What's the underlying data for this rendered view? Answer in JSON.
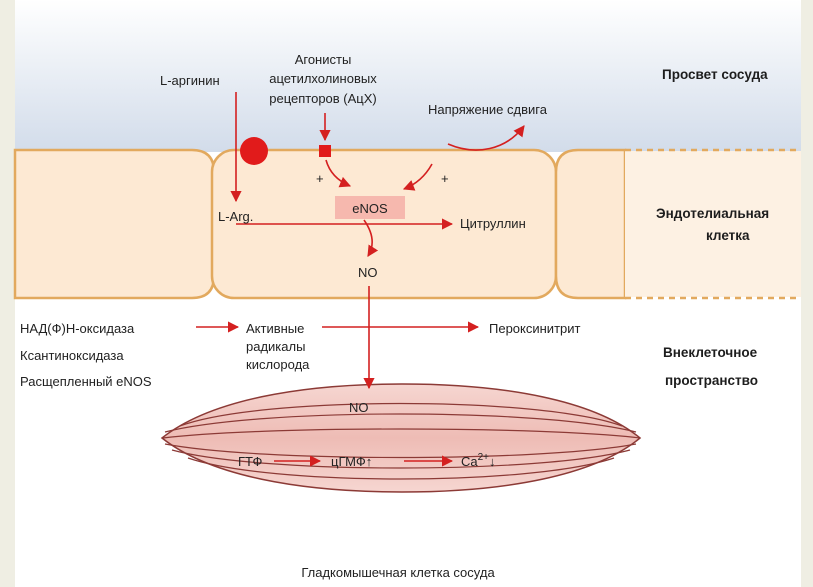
{
  "regions": {
    "lumen": "Просвет сосуда",
    "endothelial_line1": "Эндотелиальная",
    "endothelial_line2": "клетка",
    "extracellular_line1": "Внеклеточное",
    "extracellular_line2": "пространство",
    "smooth_muscle": "Гладкомышечная клетка сосуда"
  },
  "labels": {
    "l_arginine": "L-аргинин",
    "agonists_line1": "Агонисты",
    "agonists_line2": "ацетилхолиновых",
    "agonists_line3": "рецепторов (АцХ)",
    "shear_stress": "Напряжение сдвига",
    "plus": "+",
    "l_arg": "L-Arg.",
    "enos": "eNOS",
    "citrulline": "Цитруллин",
    "no": "NO",
    "nadph_oxidase": "НАД(Ф)Н-оксидаза",
    "xanthine_oxidase": "Ксантиноксидаза",
    "uncoupled_enos": "Расщепленный eNOS",
    "ros_line1": "Активные",
    "ros_line2": "радикалы",
    "ros_line3": "кислорода",
    "peroxynitrite": "Пероксинитрит",
    "no_muscle": "NO",
    "gtp": "ГТФ",
    "cgmp": "цГМФ↑",
    "ca": "Ca",
    "ca_sup": "2+",
    "ca_arrow": "↓"
  },
  "colors": {
    "lumen_top": "#ffffff",
    "lumen_bottom": "#d2dcea",
    "cell_fill": "#fde9d3",
    "cell_border": "#e2a95e",
    "muscle_fill": "#f1c6c0",
    "muscle_line": "#8c3a36",
    "arrow_red": "#d42020",
    "enos_box": "#f6b8ae"
  },
  "icons": {
    "receptor_circle": "red-circle-receptor",
    "receptor_square": "red-square-receptor"
  }
}
